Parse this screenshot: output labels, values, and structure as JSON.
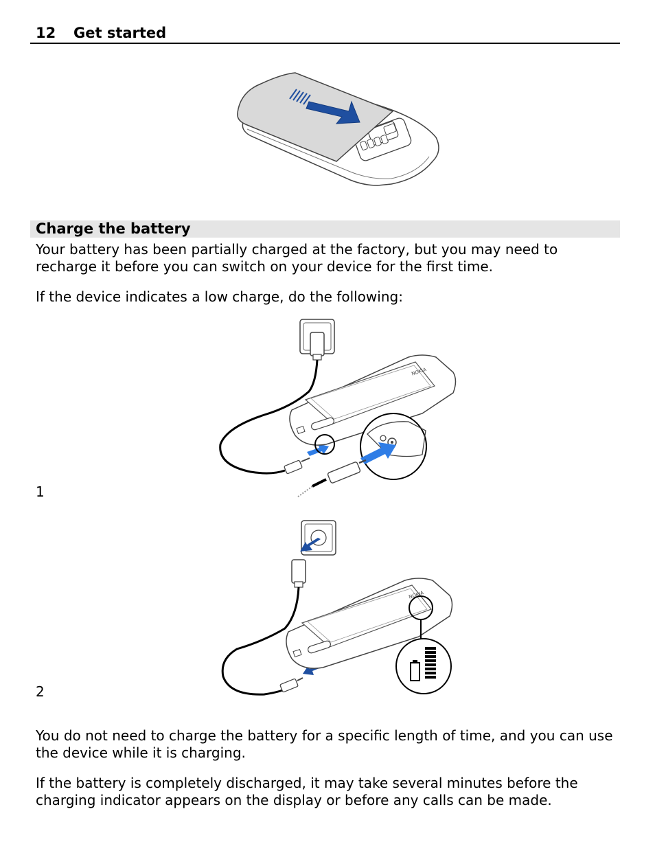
{
  "header": {
    "page_number": "12",
    "chapter": "Get started"
  },
  "section": {
    "title": "Charge the battery"
  },
  "paragraphs": {
    "intro": "Your battery has been partially charged at the factory, but you may need to recharge it before you can switch on your device for the first time.",
    "low_charge": "If the device indicates a low charge, do the following:",
    "no_specific_time": "You do not need to charge the battery for a specific length of time, and you can use the device while it is charging.",
    "discharged": "If the battery is completely discharged, it may take several minutes before the charging indicator appears on the display or before any calls can be made."
  },
  "steps": {
    "step1": "1",
    "step2": "2"
  },
  "illustrations": {
    "cover": "battery-cover-slide",
    "connect": "charger-connect",
    "disconnect": "charger-disconnect"
  },
  "colors": {
    "arrow_dark": "#1f4fa0",
    "arrow_bright": "#2f7de6",
    "cover_grey": "#d9d9d9"
  }
}
